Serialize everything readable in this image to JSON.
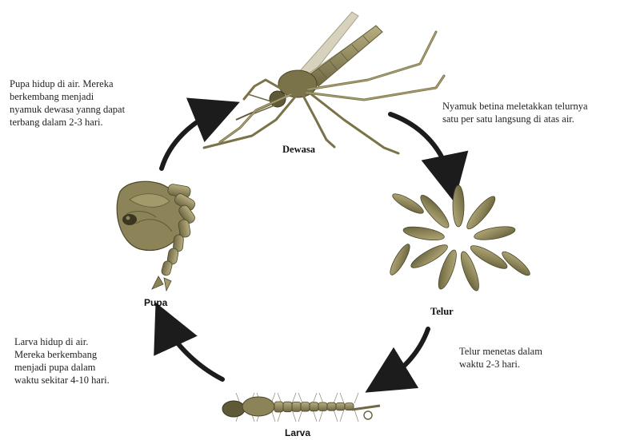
{
  "stages": {
    "adult": "Dewasa",
    "egg": "Telur",
    "larva": "Larva",
    "pupa": "Pupa"
  },
  "notes": {
    "adult_to_egg": "Nyamuk betina meletakkan telurnya\nsatu per satu langsung di atas air.",
    "egg_to_larva": "Telur menetas dalam\nwaktu 2-3 hari.",
    "larva_to_pupa": "Larva hidup di air.\nMereka berkembang\nmenjadi pupa dalam\nwaktu sekitar 4-10 hari.",
    "pupa_to_adult": "Pupa hidup di air. Mereka\nberkembang menjadi\nnyamuk dewasa yanng dapat\nterbang dalam 2-3 hari."
  },
  "colors": {
    "arrow": "#1c1c1c",
    "body_dark": "#5e5a38",
    "body_mid": "#8c8458",
    "body_light": "#b8ae80",
    "wing": "#c9c4a8"
  }
}
